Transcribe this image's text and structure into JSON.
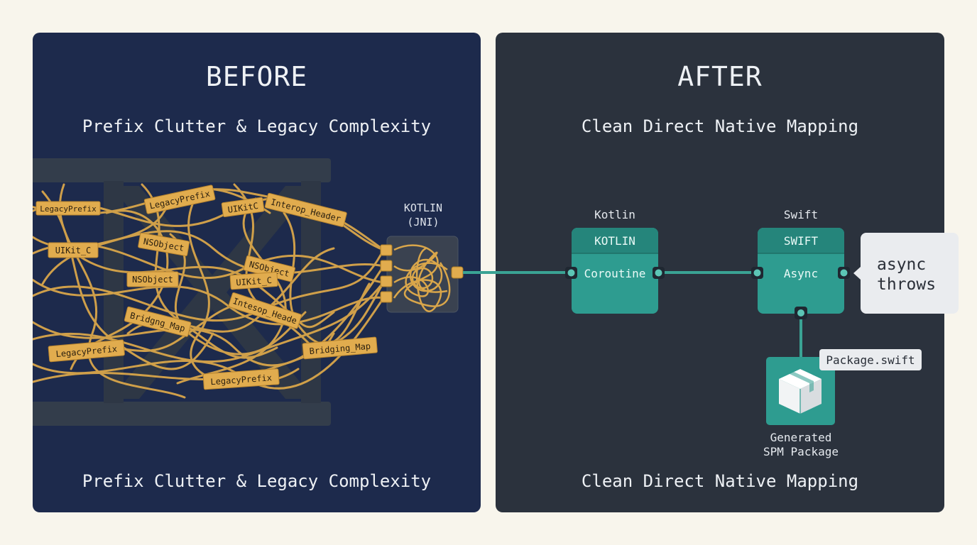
{
  "before": {
    "title": "BEFORE",
    "subtitle": "Prefix Clutter & Legacy Complexity",
    "footer": "Prefix Clutter & Legacy Complexity",
    "tags": [
      "LegacyPrefix",
      "LegacyPrefix",
      "UIKitC",
      "Interop_Header",
      "UIKit_C",
      "NSObject",
      "NSObject",
      "NSObject",
      "UIKit_C",
      "Intesop_Heade",
      "Bridgng_Map",
      "LegacyPrefix",
      "Bridging_Map",
      "LegacyPrefix"
    ],
    "kotlin_box_label_line1": "KOTLIN",
    "kotlin_box_label_line2": "(JNI)"
  },
  "after": {
    "title": "AFTER",
    "subtitle": "Clean Direct Native Mapping",
    "footer": "Clean Direct Native Mapping",
    "kotlin_caption": "Kotlin",
    "kotlin_header": "KOTLIN",
    "kotlin_body": "Coroutine",
    "swift_caption": "Swift",
    "swift_header": "SWIFT",
    "swift_body": "Async",
    "callout_line1": "async",
    "callout_line2": "throws",
    "package_tag": "Package.swift",
    "package_caption_line1": "Generated",
    "package_caption_line2": "SPM Package"
  },
  "colors": {
    "before_bg": "#1d2a4c",
    "after_bg": "#2b323d",
    "wire": "#d9a64a",
    "teal": "#2e9c90",
    "teal_header": "#25857b",
    "connector": "#3aa394"
  }
}
